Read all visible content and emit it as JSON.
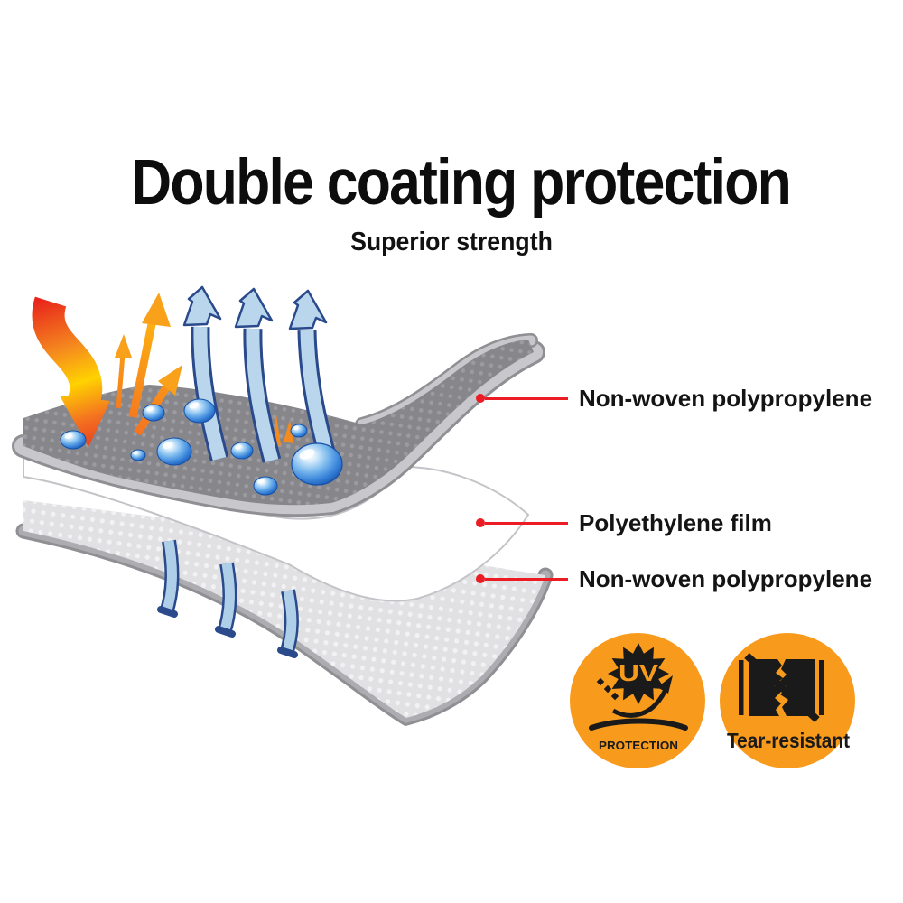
{
  "header": {
    "title": "Double coating protection",
    "subtitle": "Superior strength"
  },
  "callouts": [
    {
      "label": "Non-woven polypropylene"
    },
    {
      "label": "Polyethylene film"
    },
    {
      "label": "Non-woven polypropylene"
    }
  ],
  "badges": {
    "uv": {
      "icon": "uv-sun-reflection-icon",
      "text": "UV",
      "label": "PROTECTION"
    },
    "tear": {
      "icon": "no-tear-fabric-icon",
      "label": "Tear-resistant"
    }
  },
  "colors": {
    "callout_red": "#EC1C24",
    "badge_orange": "#F89B1C",
    "heat_red": "#E8251C",
    "heat_yellow": "#FFD200",
    "vapor_blue_fill": "#B9D6EC",
    "vapor_blue_outline": "#2A4A8C",
    "droplet_blue": "#2E7BD6",
    "top_layer_gray": "#86868B",
    "layer_edge_gray": "#C8C8CC",
    "bottom_layer_gray": "#E1E1E4",
    "text_black": "#0D0D0D"
  }
}
